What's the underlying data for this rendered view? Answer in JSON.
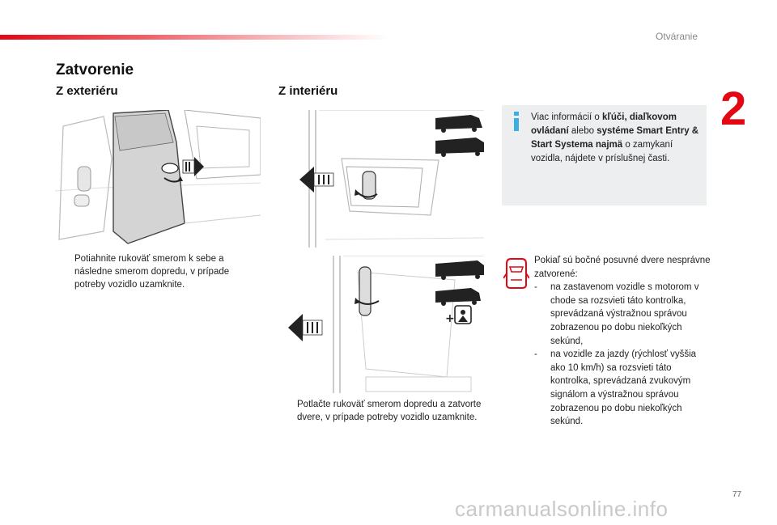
{
  "header": {
    "section": "Otváranie",
    "chapter_number": "2"
  },
  "title": "Zatvorenie",
  "left": {
    "heading": "Z exteriéru",
    "bullet": "",
    "text": "Potiahnite rukoväť smerom k sebe a následne smerom dopredu, v prípade potreby vozidlo uzamknite."
  },
  "middle": {
    "heading": "Z interiéru",
    "bullet": "",
    "text": "Potlačte rukoväť smerom dopredu a zatvorte dvere, v prípade potreby vozidlo uzamknite."
  },
  "info_box": {
    "t1": "Viac informácií o ",
    "b1": "kľúči, diaľkovom ovládaní",
    "t2": " alebo ",
    "b2": "systéme Smart Entry & Start Systema najmä",
    "t3": " o zamykaní vozidla, nájdete v príslušnej časti."
  },
  "warning": {
    "intro": "Pokiaľ sú bočné posuvné dvere nesprávne zatvorené:",
    "items": [
      {
        "dash": "-",
        "text": "na zastavenom vozidle s motorom v chode sa rozsvieti táto kontrolka, sprevádzaná výstražnou správou zobrazenou po dobu niekoľkých sekúnd,"
      },
      {
        "dash": "-",
        "text": "na vozidle za jazdy (rýchlosť vyššia ako 10 km/h) sa rozsvieti táto kontrolka, sprevádzaná zvukovým signálom a výstražnou správou zobrazenou po dobu niekoľkých sekúnd."
      }
    ]
  },
  "footer": {
    "page_number": "77",
    "watermark": "carmanualsonline.info"
  },
  "colors": {
    "accent": "#e30613",
    "info_blue": "#3ab0e2",
    "info_bg": "#eceef0"
  }
}
